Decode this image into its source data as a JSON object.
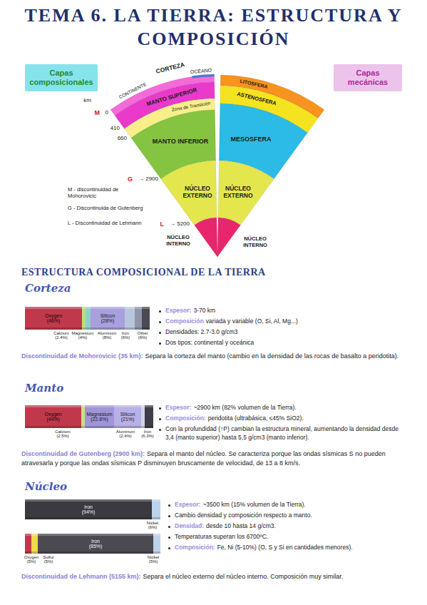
{
  "diagram": {
    "title": "TEMA 6. LA TIERRA: ESTRUCTURA Y COMPOSICIÓN",
    "nodes": [
      {
        "text": [
          "Capas composicionales"
        ]
      },
      {
        "text": [
          "Capas mecánicas"
        ]
      },
      {
        "text": [
          "CORTEZA"
        ]
      },
      {
        "text": [
          "MANTO SUPERIOR"
        ]
      },
      {
        "text": [
          "Zona de Transición"
        ]
      },
      {
        "text": [
          "MANTO INFERIOR"
        ]
      },
      {
        "text": [
          "NÚCLEO EXTERNO"
        ]
      },
      {
        "text": [
          "NÚCLEO INTERNO"
        ]
      },
      {
        "text": [
          "LITOSFERA"
        ]
      },
      {
        "text": [
          "ASTENOSFERA"
        ]
      },
      {
        "text": [
          "MESOSFERA"
        ]
      },
      {
        "text": [
          "NÚCLEO EXTERNO"
        ]
      },
      {
        "text": [
          "NÚCLEO INTERNO"
        ]
      },
      {
        "text": [
          "Oxygen (46%)"
        ]
      },
      {
        "text": [
          "Calcium (2.4%)"
        ]
      },
      {
        "text": [
          "Magnesium (4%)"
        ]
      },
      {
        "text": [
          "Silicon (28%)"
        ]
      },
      {
        "text": [
          "Aluminum (8%)"
        ]
      },
      {
        "text": [
          "Iron (6%)"
        ]
      },
      {
        "text": [
          "Other (6%)"
        ]
      },
      {
        "text": [
          "Oxygen (44%)"
        ]
      },
      {
        "text": [
          "Calcium (2.5%)"
        ]
      },
      {
        "text": [
          "Magnesium (22.8%)"
        ]
      },
      {
        "text": [
          "Silicon (21%)"
        ]
      },
      {
        "text": [
          "Aluminum (2.4%)"
        ]
      },
      {
        "text": [
          "Iron (6.3%)"
        ]
      },
      {
        "text": [
          "Iron (94%)"
        ]
      },
      {
        "text": [
          "Nickel (6%)"
        ]
      },
      {
        "text": [
          "Oxygen (5%)"
        ]
      },
      {
        "text": [
          "Sulfur (5%)"
        ]
      },
      {
        "text": [
          "Iron (85%)"
        ]
      },
      {
        "text": [
          "Nickel (5%)"
        ]
      }
    ],
    "labels": [
      "OCÉANO",
      "CONTINENTE",
      "km",
      "M",
      "0",
      "410",
      "660",
      "G",
      "→ 2900",
      "L",
      "→ 5200",
      "M - discontinuidad de Mohorovicic",
      "G - Discontinuida de Gutenberg",
      "L - Discontinuidad de Lehmann",
      "ESTRUCTURA COMPOSICIONAL DE LA TIERRA",
      "Corteza",
      "Espesor:",
      "3-70 km",
      "Composición",
      "variada y variable (O, Si, Al, Mg...)",
      "Densidades: 2.7-3.0 g/cm3",
      "Dos tipos: continental y oceánica",
      "Discontinuidad de Mohorovicic (35 km):",
      "Separa la corteza del manto (cambio en la densidad de las rocas de basalto a peridotita).",
      "Manto",
      "Espesor:",
      "~2900 km (82% volumen de la Tierra).",
      "Composición:",
      "peridotita (ultrabásica, ≤45% SiO2).",
      "Con la profundidad (↑P) cambian la estructura mineral, aumentando la densidad desde 3,4 (manto superior) hasta 5,5 g/cm3 (manto inferior).",
      "Discontinuidad de Gutenberg (2900 km):",
      "Separa el manto del núcleo. Se caracteriza porque las ondas sísmicas S no pueden atravesarla y porque las ondas sísmicas P disminuyen bruscamente de velocidad, de 13 a 8 km/s.",
      "Núcleo",
      "Espesor:",
      "~3500 km (15% volumen de la Tierra).",
      "Cambio densidad y composición respecto a manto.",
      "Densidad:",
      "desde 10 hasta 14 g/cm3.",
      "Temperaturas superan los 6700ºC.",
      "Composición:",
      "Fe, Ni (5-10%) (O, S y Si en cantidades menores).",
      "Discontinuidad de Lehmann (5155 km):",
      "Separa el núcleo externo del núcleo interno. Composición muy similar."
    ]
  }
}
